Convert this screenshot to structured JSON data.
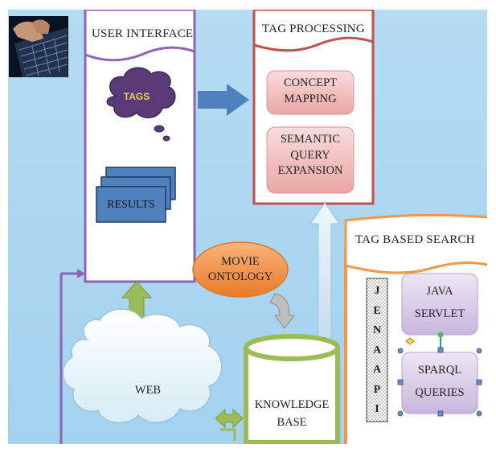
{
  "user_interface": {
    "title": "USER INTERFACE",
    "tags_cloud": "TAGS",
    "results_stack": "RESULTS"
  },
  "tag_processing": {
    "title": "TAG PROCESSING",
    "concept_mapping": [
      "CONCEPT",
      "MAPPING"
    ],
    "semantic_query_expansion": [
      "SEMANTIC",
      "QUERY",
      "EXPANSION"
    ]
  },
  "tag_based_search": {
    "title": "TAG BASED SEARCH",
    "jena_api": [
      "J",
      "E",
      "N",
      "A",
      "A",
      "P",
      "I"
    ],
    "java_servlet": [
      "JAVA",
      "SERVLET"
    ],
    "sparql_queries": [
      "SPARQL",
      "QUERIES"
    ]
  },
  "movie_ontology": [
    "MOVIE",
    "ONTOLOGY"
  ],
  "web": "WEB",
  "knowledge_base": [
    "KNOWLEDGE",
    "BASE"
  ],
  "colors": {
    "background": "#a9d4f0",
    "user_interface_border": "#8e62b5",
    "tag_processing_border": "#c0504d",
    "tag_based_search_border": "#f79646",
    "knowledge_base_border": "#9bbb59",
    "movie_ontology_fill": "#f79646",
    "tags_cloud_fill": "#5b3a78",
    "results_fill": "#4f81bd"
  },
  "icons": [
    "keyboard-photo",
    "cloud-tags",
    "cloud-web",
    "cylinder-database"
  ]
}
